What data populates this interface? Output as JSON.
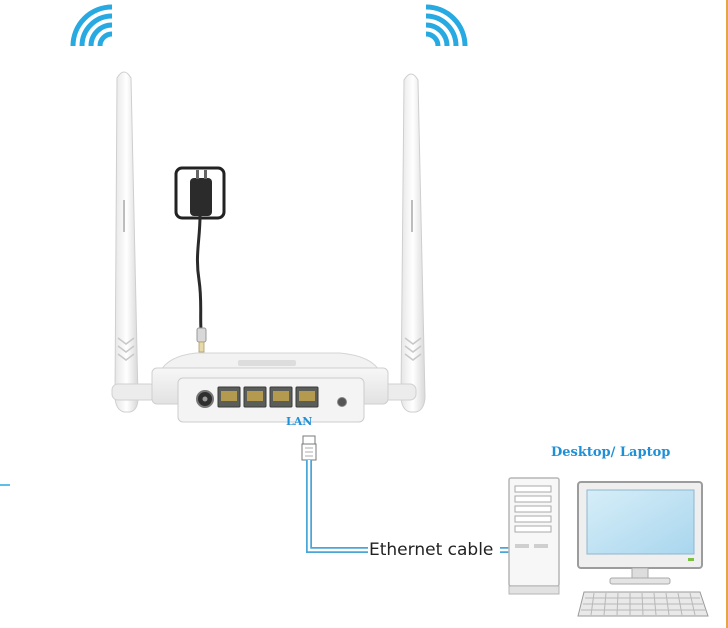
{
  "labels": {
    "lan": "LAN",
    "device": "Desktop/ Laptop",
    "cable": "Ethernet cable"
  },
  "colors": {
    "label_blue": "#1f8fd6",
    "wifi_blue": "#27a9e1",
    "cable_blue": "#4aa6d8",
    "frame_orange": "#e8a24a"
  },
  "icons": [
    "wifi-signal-icon",
    "wifi-signal-icon",
    "power-adapter-icon",
    "router-icon",
    "ethernet-plug-icon",
    "desktop-tower-icon",
    "monitor-icon",
    "keyboard-icon"
  ]
}
